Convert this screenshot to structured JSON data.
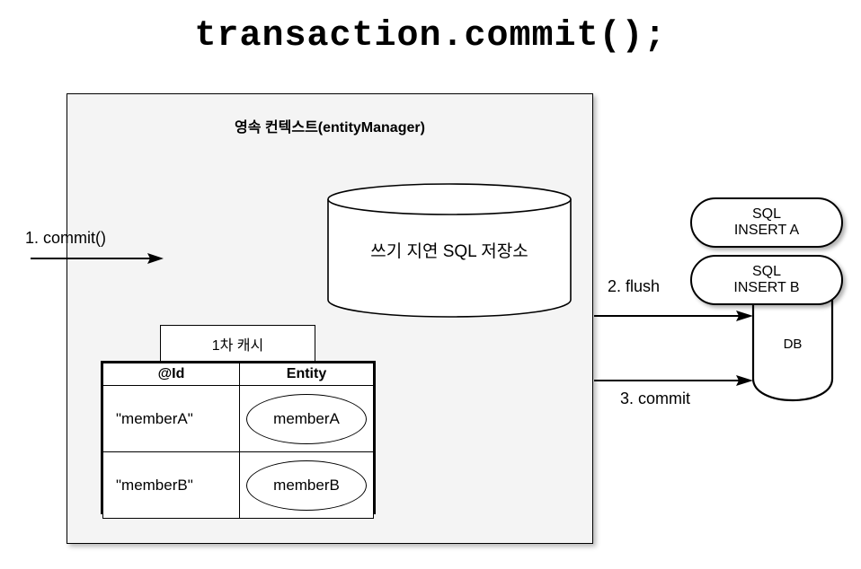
{
  "title": "transaction.commit();",
  "persistence_context": {
    "label": "영속 컨텍스트(entityManager)",
    "sql_store": {
      "label": "쓰기 지연 SQL 저장소",
      "shape": "cylinder-icon"
    },
    "cache": {
      "tab_label": "1차 캐시",
      "columns": [
        "@Id",
        "Entity"
      ],
      "rows": [
        {
          "id": "\"memberA\"",
          "entity": "memberA"
        },
        {
          "id": "\"memberB\"",
          "entity": "memberB"
        }
      ]
    }
  },
  "database": {
    "label": "DB",
    "shape": "database-cylinder-icon",
    "sql_statements": [
      {
        "line1": "SQL",
        "line2": "INSERT A"
      },
      {
        "line1": "SQL",
        "line2": "INSERT B"
      }
    ]
  },
  "flow": {
    "steps": [
      {
        "label": "1. commit()"
      },
      {
        "label": "2. flush"
      },
      {
        "label": "3. commit"
      }
    ]
  },
  "colors": {
    "context_fill": "#f4f4f4",
    "stroke": "#000000",
    "canvas": "#ffffff"
  }
}
